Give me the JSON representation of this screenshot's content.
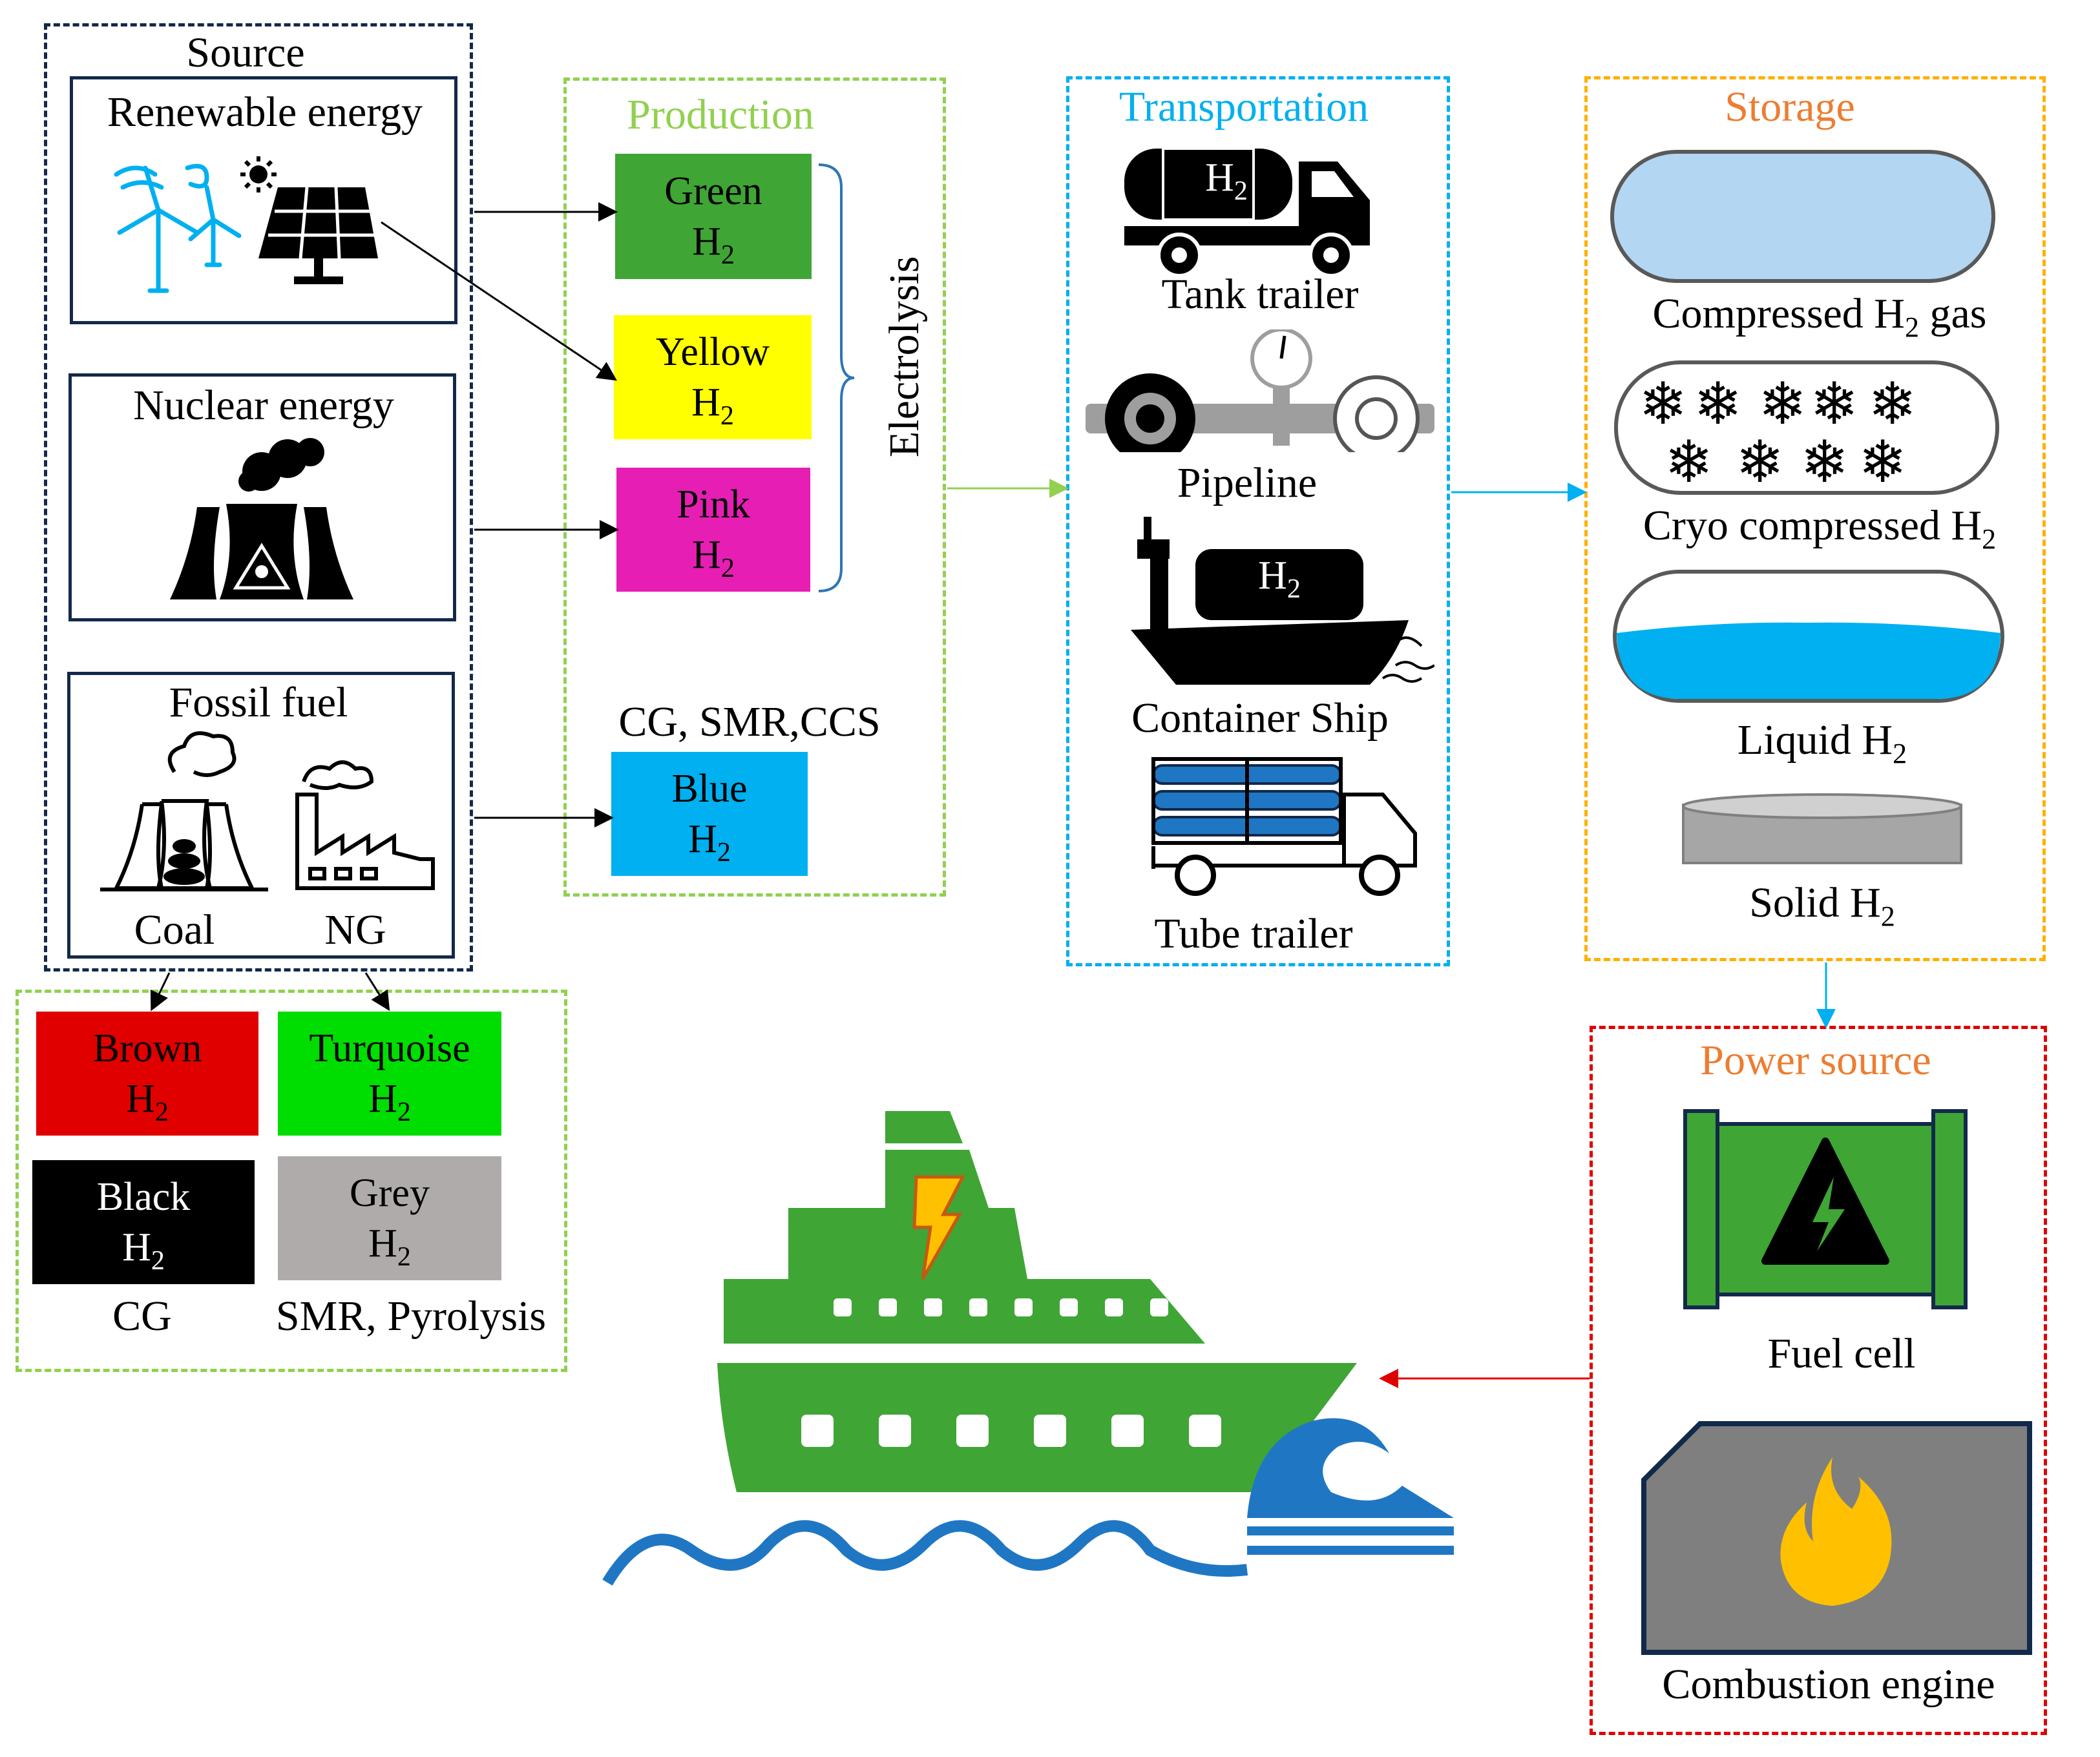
{
  "source": {
    "title": "Source",
    "renewable": "Renewable energy",
    "nuclear": "Nuclear energy",
    "fossil": "Fossil fuel",
    "coal": "Coal",
    "ng": "NG"
  },
  "production": {
    "title": "Production",
    "green": "Green",
    "yellow": "Yellow",
    "pink": "Pink",
    "blue": "Blue",
    "electrolysis": "Electrolysis",
    "blue_methods": "CG, SMR,CCS",
    "h2": "H",
    "h2_sub": "2"
  },
  "fossil_h2": {
    "brown": "Brown",
    "turquoise": "Turquoise",
    "black": "Black",
    "grey": "Grey",
    "cg": "CG",
    "smr": "SMR, Pyrolysis"
  },
  "transportation": {
    "title": "Transportation",
    "tank_trailer": "Tank trailer",
    "pipeline": "Pipeline",
    "container_ship": "Container Ship",
    "tube_trailer": "Tube trailer"
  },
  "storage": {
    "title": "Storage",
    "compressed_a": "Compressed H",
    "compressed_b": " gas",
    "cryo": "Cryo compressed H",
    "liquid": "Liquid H",
    "solid": "Solid H"
  },
  "power": {
    "title": "Power source",
    "fuel_cell": "Fuel cell",
    "combustion": "Combustion engine"
  },
  "colors": {
    "green": "#3fa535",
    "yellow": "#ffff00",
    "pink": "#e61eb4",
    "blue": "#00b0f0",
    "brown": "#e00000",
    "turquoise": "#00dd00",
    "black": "#000000",
    "grey": "#afabab",
    "production_title": "#92d050",
    "transport_title": "#00b0f0",
    "storage_title": "#ffb000",
    "power_title": "#ed7d31"
  }
}
